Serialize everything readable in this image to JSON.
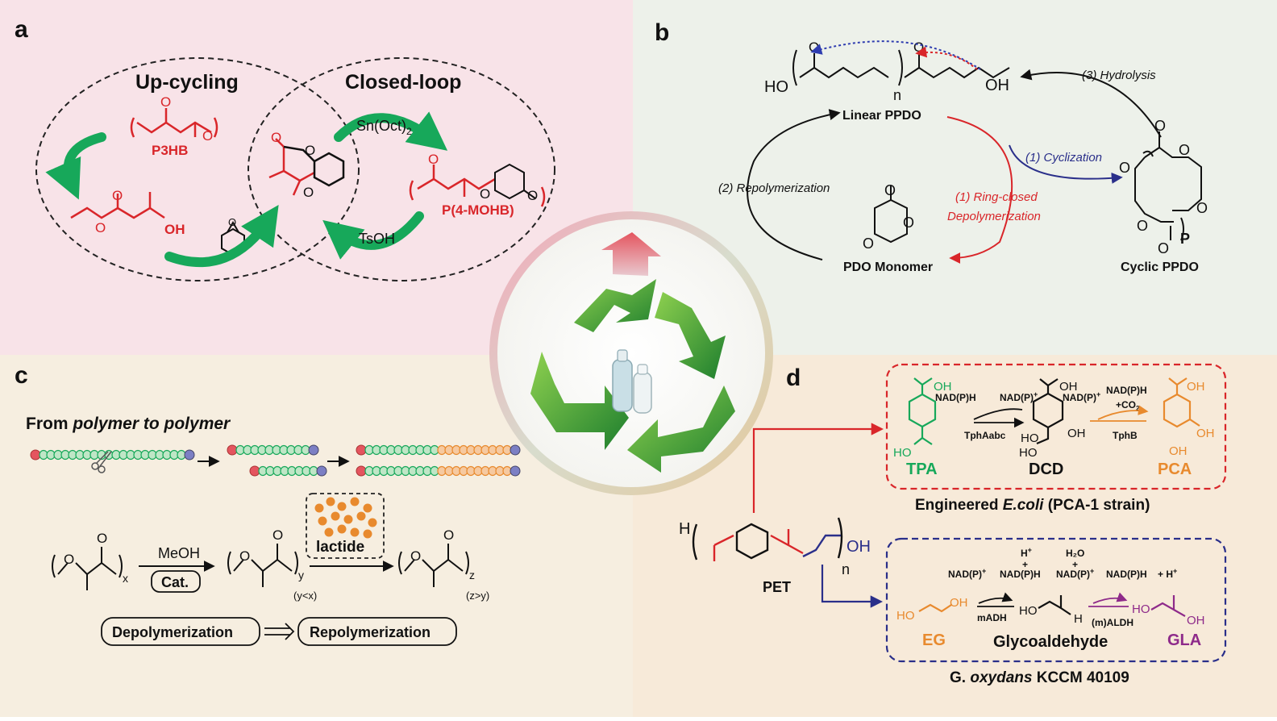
{
  "colors": {
    "quad_a": "#f8e3e8",
    "quad_b": "#edf1ea",
    "quad_c": "#f6eee0",
    "quad_d": "#f7ead9",
    "red": "#d9262a",
    "green": "#17a85a",
    "orange": "#e88a2e",
    "navy": "#2a2f8a",
    "purple": "#8e2a8a",
    "black": "#111111"
  },
  "panel_a": {
    "letter": "a",
    "upcycling_title": "Up-cycling",
    "closedloop_title": "Closed-loop",
    "p3hb": "P3HB",
    "snoct": "Sn(Oct)",
    "snoct_sub": "2",
    "tsoh": "TsOH",
    "p4mohb": "P(4-MOHB)",
    "oh": "OH",
    "o": "O"
  },
  "panel_b": {
    "letter": "b",
    "linear_ppdo": "Linear PPDO",
    "ho": "HO",
    "oh": "OH",
    "n": "n",
    "o": "O",
    "hydrolysis": "(3) Hydrolysis",
    "cyclization": "(1) Cyclization",
    "repolymerization": "(2) Repolymerization",
    "ring_closed_1": "(1) Ring-closed",
    "ring_closed_2": "Depolymerization",
    "pdo_monomer": "PDO Monomer",
    "cyclic_ppdo": "Cyclic PPDO",
    "p": "P"
  },
  "panel_c": {
    "letter": "c",
    "heading_1": "From ",
    "heading_2": "polymer to polymer",
    "meoh": "MeOH",
    "cat": "Cat.",
    "lactide": "lactide",
    "x": "x",
    "y": "y",
    "y_note": "(y<x)",
    "z": "z",
    "z_note": "(z>y)",
    "o": "O",
    "depolymerization": "Depolymerization",
    "repolymerization": "Repolymerization"
  },
  "panel_d": {
    "letter": "d",
    "tpa": "TPA",
    "dcd": "DCD",
    "pca": "PCA",
    "oh": "OH",
    "ho": "HO",
    "nadph": "NAD(P)H",
    "nadp_plus": "NAD(P)",
    "plus_sup": "+",
    "co2": "+CO",
    "co2_sub": "2",
    "tphaabc": "TphAabc",
    "tphb": "TphB",
    "ecoli_1": "Engineered ",
    "ecoli_2": "E.coli",
    "ecoli_3": " (PCA-1 strain)",
    "pet": "PET",
    "h": "H",
    "n": "n",
    "h_plus": "H",
    "h2o": "H₂O",
    "plus": "+",
    "plus_hplus": "+ H",
    "madh": "mADH",
    "maldh": "(m)ALDH",
    "eg": "EG",
    "glycoaldehyde": "Glycoaldehyde",
    "gla": "GLA",
    "oxydans_1": "G. ",
    "oxydans_2": "oxydans",
    "oxydans_3": " KCCM 40109"
  }
}
